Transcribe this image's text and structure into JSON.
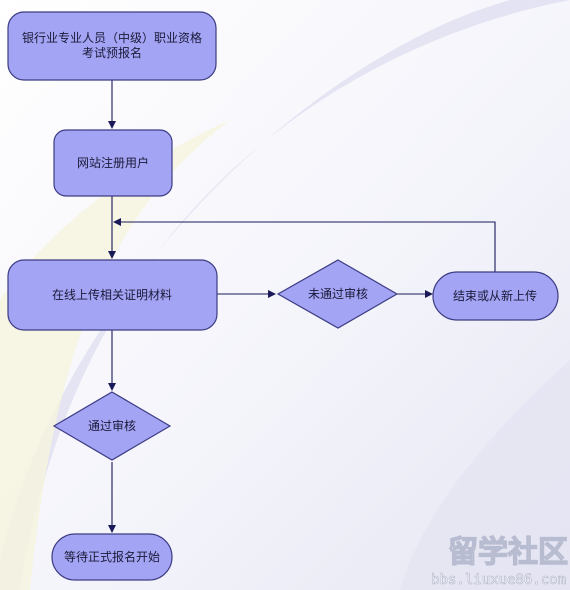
{
  "flowchart": {
    "nodes": {
      "prereg": {
        "line1": "银行业专业人员（中级）职业资格",
        "line2": "考试预报名"
      },
      "register": {
        "label": "网站注册用户"
      },
      "upload": {
        "label": "在线上传相关证明材料"
      },
      "not_passed": {
        "label": "未通过审核"
      },
      "end_or_reupload": {
        "label": "结束或从新上传"
      },
      "passed": {
        "label": "通过审核"
      },
      "wait": {
        "label": "等待正式报名开始"
      }
    }
  },
  "watermark": {
    "brand": "留学社区",
    "url": "bbs.liuxue86.com"
  },
  "colors": {
    "node_fill": "#a4a4f4",
    "node_stroke": "#3c3c84",
    "arrow": "#1a1a5a",
    "background_arc": "#dcdcef",
    "background_cream": "#f6f4dc"
  }
}
